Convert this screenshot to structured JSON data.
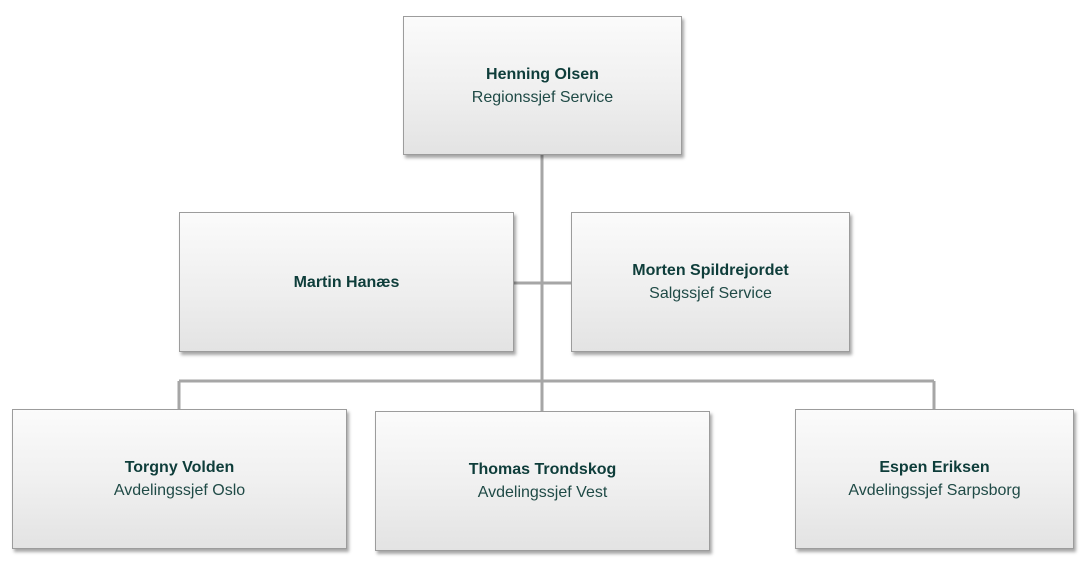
{
  "org_chart": {
    "nodes": {
      "henning": {
        "name": "Henning Olsen",
        "title": "Regionssjef Service"
      },
      "martin": {
        "name": "Martin Hanæs",
        "title": ""
      },
      "morten": {
        "name": "Morten Spildrejordet",
        "title": "Salgssjef Service"
      },
      "torgny": {
        "name": "Torgny Volden",
        "title": "Avdelingssjef Oslo"
      },
      "thomas": {
        "name": "Thomas Trondskog",
        "title": "Avdelingssjef Vest"
      },
      "espen": {
        "name": "Espen Eriksen",
        "title": "Avdelingssjef Sarpsborg"
      }
    },
    "colors": {
      "connector": "#a6a6a6",
      "name_text": "#0e3d3a",
      "title_text": "#1f4a46",
      "box_border": "#9c9c9c"
    }
  }
}
